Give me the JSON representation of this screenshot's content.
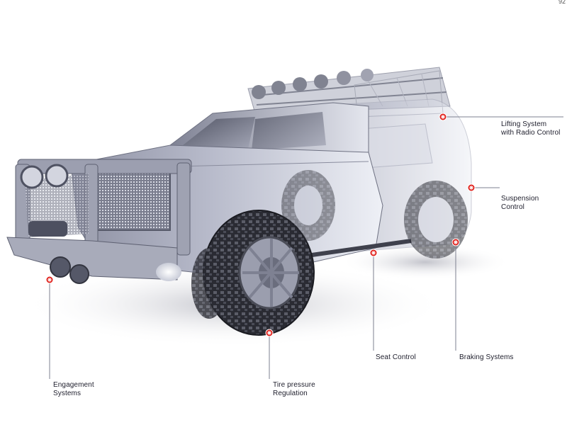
{
  "page_number": "92",
  "callouts": [
    {
      "id": "lifting",
      "label": "Lifting System\nwith Radio Control"
    },
    {
      "id": "suspension",
      "label": "Suspension\nControl"
    },
    {
      "id": "engagement",
      "label": "Engagement\nSystems"
    },
    {
      "id": "tire",
      "label": "Tire pressure\nRegulation"
    },
    {
      "id": "seat",
      "label": "Seat Control"
    },
    {
      "id": "braking",
      "label": "Braking Systems"
    }
  ],
  "colors": {
    "marker": "#e0201b",
    "leader_line": "#7d8090",
    "body_metal": "#b9bcca",
    "tire": "#2a2b33"
  },
  "illustration": {
    "subject": "suv-vehicle-cutaway",
    "marker_icon": "asterisk-dot-icon"
  }
}
